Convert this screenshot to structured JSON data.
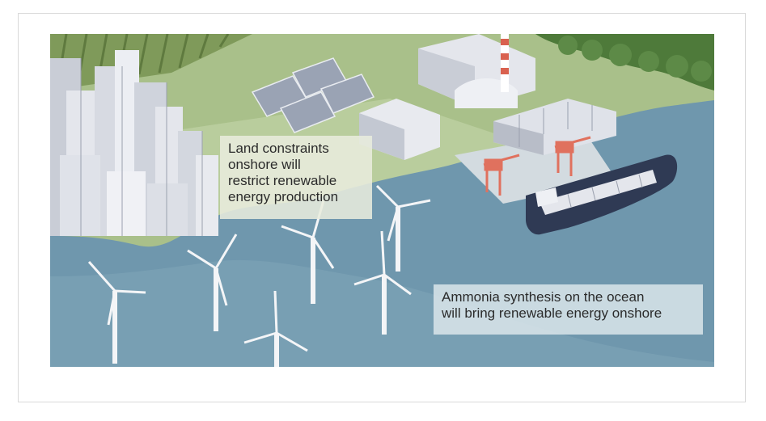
{
  "figure": {
    "callouts": {
      "land": {
        "lines": [
          "Land constraints",
          "onshore will",
          "restrict renewable",
          "energy production"
        ]
      },
      "ocean": {
        "lines": [
          "Ammonia synthesis on the ocean",
          "will bring renewable energy onshore"
        ]
      }
    },
    "colors": {
      "sea": "#6f97ad",
      "sea_light": "#8fb2c3",
      "land": "#a9c08a",
      "land_light": "#c5d5aa",
      "buildings": "#e4e6ec",
      "building_shadow": "#9aa0ae",
      "ship_hull": "#2f3a54",
      "crane": "#e0715e",
      "forest": "#4e7a3a"
    },
    "icons": [
      "city-skyline",
      "solar-panel",
      "factory",
      "chimney",
      "warehouse",
      "cargo-crane",
      "container-ship",
      "wind-turbine",
      "forest",
      "crop-field"
    ]
  }
}
